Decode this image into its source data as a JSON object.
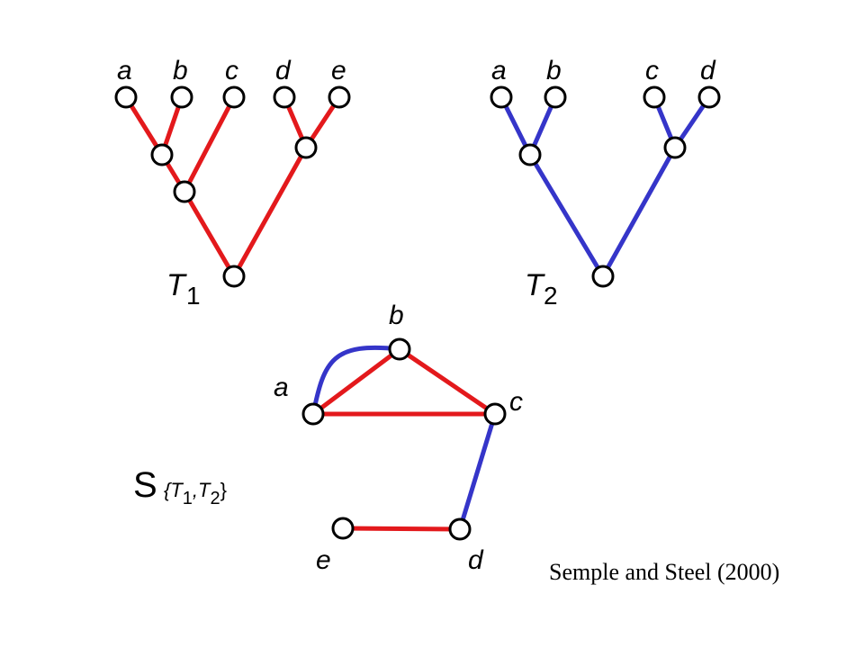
{
  "colors": {
    "red": "#e3191c",
    "blue": "#3535c9",
    "node_fill": "#ffffff",
    "node_stroke": "#000000"
  },
  "tree1": {
    "name": "T",
    "subscript": "1",
    "leaves": [
      "a",
      "b",
      "c",
      "d",
      "e"
    ]
  },
  "tree2": {
    "name": "T",
    "subscript": "2",
    "leaves": [
      "a",
      "b",
      "c",
      "d"
    ]
  },
  "graph": {
    "symbol": "S",
    "subscript_parts": [
      "{T",
      "1",
      ",T",
      "2",
      "}"
    ],
    "nodes": [
      "a",
      "b",
      "c",
      "d",
      "e"
    ],
    "red_edges": [
      [
        "a",
        "b"
      ],
      [
        "a",
        "c"
      ],
      [
        "b",
        "c"
      ],
      [
        "e",
        "d"
      ]
    ],
    "blue_edges": [
      [
        "a",
        "b"
      ],
      [
        "c",
        "d"
      ]
    ]
  },
  "citation": "Semple and Steel (2000)"
}
